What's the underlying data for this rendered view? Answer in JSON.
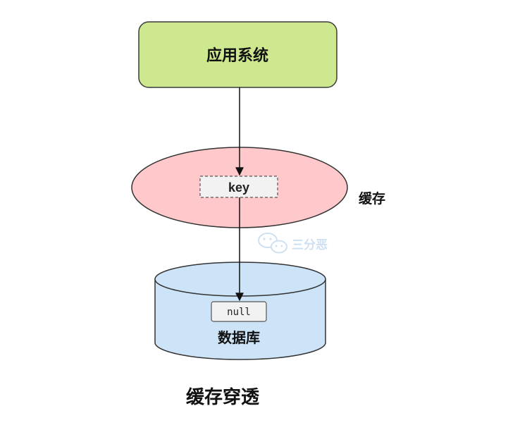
{
  "app_node": {
    "label": "应用系统",
    "fill": "#cde88f",
    "stroke": "#3a3a3a"
  },
  "cache": {
    "key_label": "key",
    "side_label": "缓存",
    "fill": "#ffc9cc",
    "stroke": "#333333"
  },
  "database": {
    "null_label": "null",
    "label": "数据库",
    "fill": "#cde3f8",
    "stroke": "#333333"
  },
  "watermark": {
    "text": "三分恶"
  },
  "caption": "缓存穿透"
}
